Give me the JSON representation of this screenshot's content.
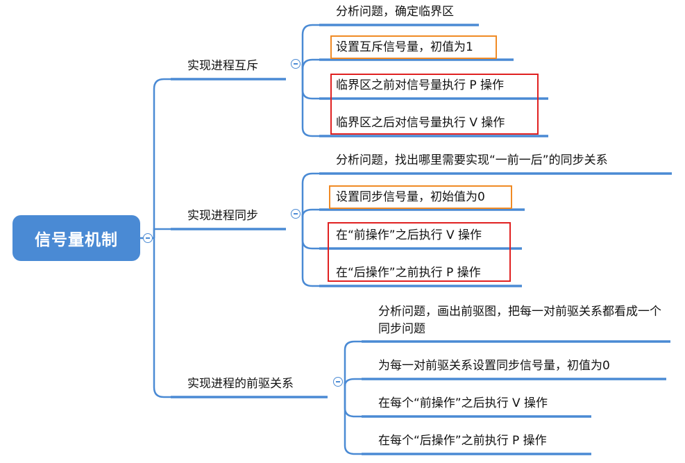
{
  "colors": {
    "accent": "#4a8ad4",
    "highlight_orange": "#f08a24",
    "highlight_red": "#e02020"
  },
  "root": {
    "label": "信号量机制"
  },
  "branches": [
    {
      "label": "实现进程互斥",
      "children": [
        {
          "label": "分析问题，确定临界区"
        },
        {
          "label": "设置互斥信号量，初值为1"
        },
        {
          "label": "临界区之前对信号量执行 P 操作"
        },
        {
          "label": "临界区之后对信号量执行 V 操作"
        }
      ]
    },
    {
      "label": "实现进程同步",
      "children": [
        {
          "label": "分析问题，找出哪里需要实现“一前一后”的同步关系"
        },
        {
          "label": "设置同步信号量，初始值为0"
        },
        {
          "label": "在“前操作”之后执行 V 操作"
        },
        {
          "label": "在“后操作”之前执行 P 操作"
        }
      ]
    },
    {
      "label": "实现进程的前驱关系",
      "children": [
        {
          "label": "分析问题，画出前驱图，把每一对前驱关系都看成一个同步问题"
        },
        {
          "label": "为每一对前驱关系设置同步信号量，初值为0"
        },
        {
          "label": "在每个“前操作”之后执行 V 操作"
        },
        {
          "label": "在每个“后操作”之前执行 P 操作"
        }
      ]
    }
  ]
}
